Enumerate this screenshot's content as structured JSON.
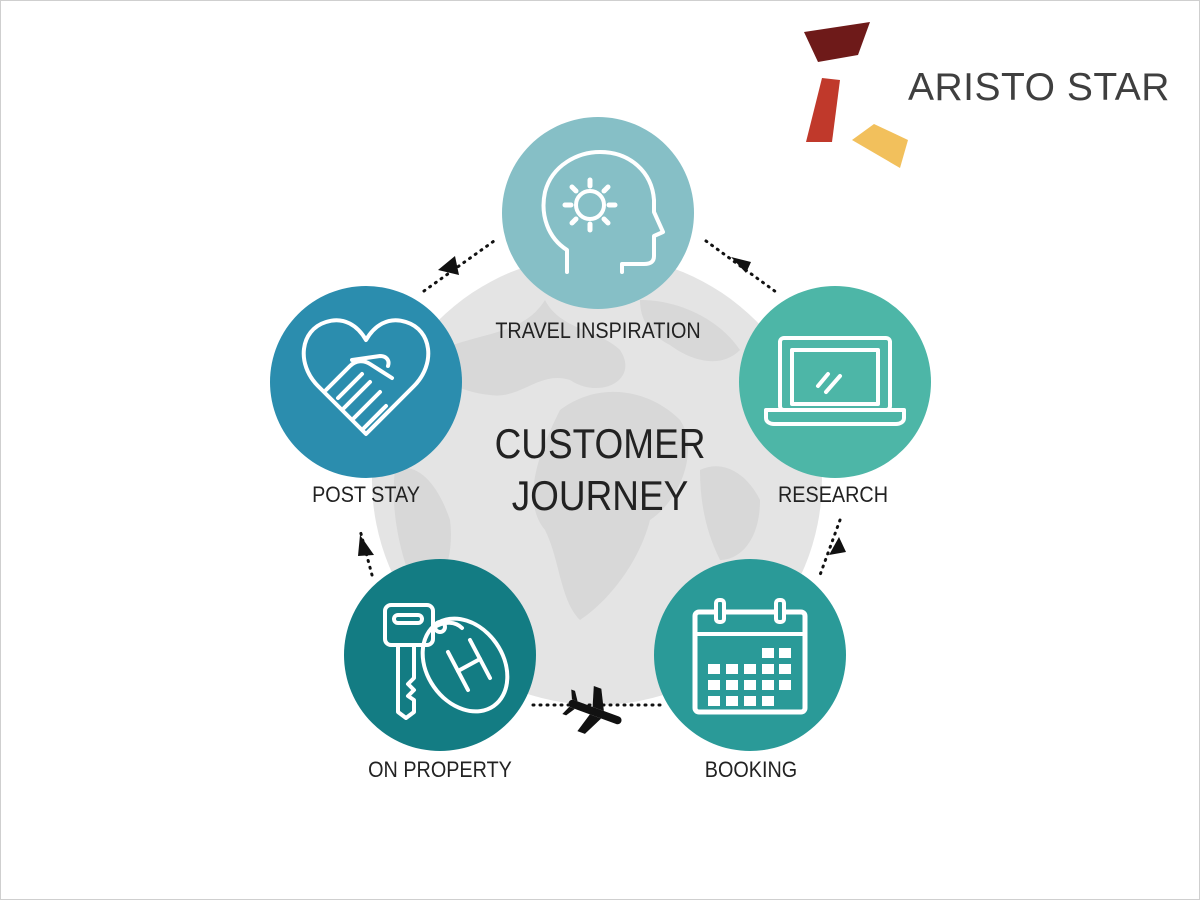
{
  "brand": {
    "name": "ARISTO STAR"
  },
  "diagram": {
    "title_line1": "CUSTOMER",
    "title_line2": "JOURNEY",
    "steps": [
      {
        "label": "TRAVEL INSPIRATION",
        "icon": "head-gear-icon",
        "color": "#86BFC6"
      },
      {
        "label": "RESEARCH",
        "icon": "laptop-icon",
        "color": "#4DB6A7"
      },
      {
        "label": "BOOKING",
        "icon": "calendar-icon",
        "color": "#2A9A98"
      },
      {
        "label": "ON PROPERTY",
        "icon": "hotel-key-icon",
        "color": "#137C83"
      },
      {
        "label": "POST STAY",
        "icon": "handshake-heart-icon",
        "color": "#2B8DAE"
      }
    ],
    "connector_icon": "airplane-icon",
    "globe_color": "#E3E3E3"
  }
}
